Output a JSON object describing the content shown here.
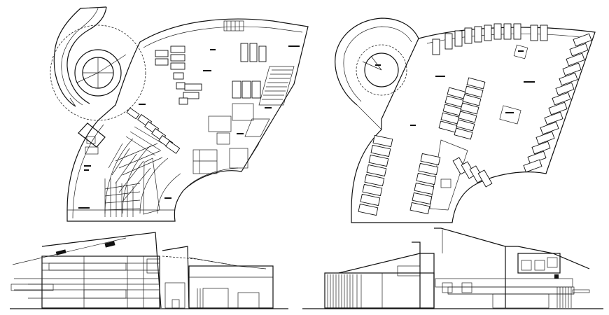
{
  "drawing": {
    "sheets": [
      {
        "id": "ground-floor-plan"
      },
      {
        "id": "parking-floor-plan"
      },
      {
        "id": "front-elevation"
      },
      {
        "id": "rear-elevation"
      }
    ]
  }
}
